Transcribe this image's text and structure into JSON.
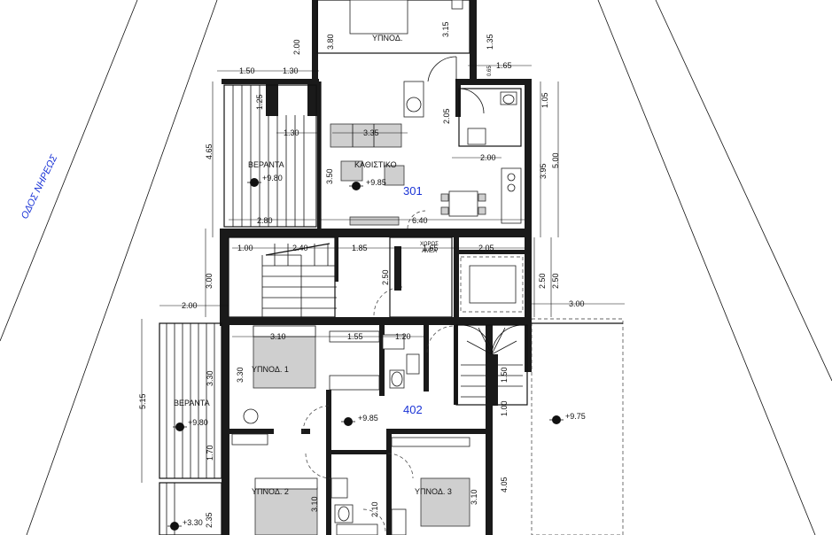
{
  "street": "ΟΔΟΣ ΝΗΡΕΩΣ",
  "apartments": {
    "a301": "301",
    "a402": "402"
  },
  "rooms": {
    "bed_top": "ΥΠΝΟΔ.",
    "veranda_upper": "ΒΕΡΑΝΤΑ",
    "living": "ΚΑΘΙΣΤΙΚΟ",
    "veranda_lower": "ΒΕΡΑΝΤΑ",
    "bed1": "ΥΠΝΟΔ. 1",
    "bed2": "ΥΠΝΟΔ. 2",
    "bed3": "ΥΠΝΟΔ. 3",
    "accessible_space_1": "ΧΩΡΟΣ",
    "accessible_space_2": "ΑΜΕΑ"
  },
  "levels": {
    "veranda_upper": "+9.80",
    "living": "+9.85",
    "veranda_lower": "+9.80",
    "apt402": "+9.85",
    "outside": "+9.75",
    "bottom": "+3.30"
  },
  "dimensions": {
    "d_150": "1.50",
    "d_130a": "1.30",
    "d_200a": "2.00",
    "d_380": "3.80",
    "d_315": "3.15",
    "d_135": "1.35",
    "d_065": "0.65",
    "d_165a": "1.65",
    "d_125": "1.25",
    "d_130b": "1.30",
    "d_335": "3.35",
    "d_205a": "2.05",
    "d_105": "1.05",
    "d_465": "4.65",
    "d_350": "3.50",
    "d_200b": "2.00",
    "d_500": "5.00",
    "d_395": "3.95",
    "d_280": "2.80",
    "d_640": "6.40",
    "d_100": "1.00",
    "d_240": "2.40",
    "d_185": "1.85",
    "d_165b": "1.65",
    "d_205b": "2.05",
    "d_300a": "3.00",
    "d_250a": "2.50",
    "d_250b": "2.50",
    "d_250c": "2.50",
    "d_200c": "2.00",
    "d_300b": "3.00",
    "d_310a": "3.10",
    "d_155": "1.55",
    "d_120": "1.20",
    "d_330a": "3.30",
    "d_330b": "3.30",
    "d_515": "5.15",
    "d_150v": "1.50",
    "d_100v": "1.00",
    "d_170": "1.70",
    "d_405": "4.05",
    "d_310b": "3.10",
    "d_310c": "3.10",
    "d_210": "2.10",
    "d_235": "2.35"
  }
}
